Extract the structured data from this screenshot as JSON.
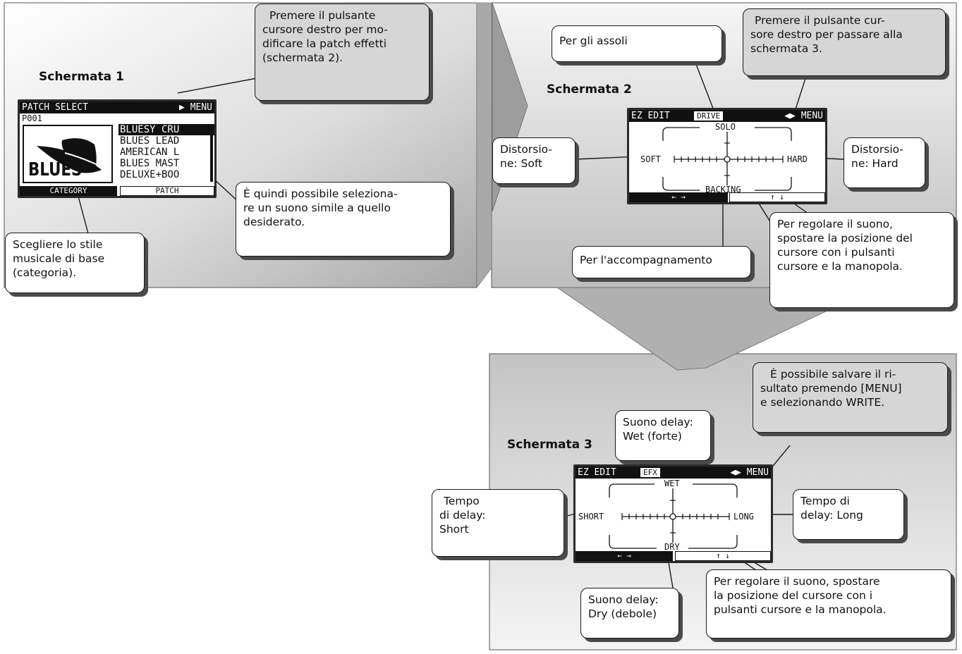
{
  "panels": {
    "screen1": {
      "title": "Schermata 1"
    },
    "screen2": {
      "title": "Schermata 2"
    },
    "screen3": {
      "title": "Schermata 3"
    }
  },
  "lcd1": {
    "header": "PATCH SELECT",
    "menu_label": "MENU",
    "patch_number": "P001",
    "category_art_label": "BLUES",
    "patches": [
      "BLUESY CRU",
      "BLUES LEAD",
      "AMERICAN L",
      "BLUES MAST",
      "DELUXE+BOO"
    ],
    "footer_left": "CATEGORY",
    "footer_right": "PATCH"
  },
  "lcd2": {
    "header": "EZ EDIT",
    "sub": "DRIVE",
    "menu_label": "MENU",
    "top": "SOLO",
    "bottom": "BACKING",
    "left": "SOFT",
    "right": "HARD",
    "footer_left": "← →",
    "footer_right": "↑ ↓"
  },
  "lcd3": {
    "header": "EZ EDIT",
    "sub": "EFX",
    "menu_label": "MENU",
    "top": "WET",
    "bottom": "DRY",
    "left": "SHORT",
    "right": "LONG",
    "footer_left": "← →",
    "footer_right": "↑ ↓"
  },
  "callouts": {
    "c1_top": [
      "Premere il pulsante",
      "cursore destro per mo-",
      "dificare la patch effetti",
      "(schermata 2)."
    ],
    "c1_category": [
      "Scegliere lo stile",
      "musicale di base",
      "(categoria)."
    ],
    "c1_select": [
      "È quindi possibile seleziona-",
      "re un suono simile a quello",
      "desiderato."
    ],
    "c2_solo": [
      "Per gli assoli"
    ],
    "c2_next": [
      "Premere il pulsante cur-",
      "sore destro per passare alla",
      "schermata 3."
    ],
    "c2_soft": [
      "Distorsio-",
      "ne: Soft"
    ],
    "c2_hard": [
      "Distorsio-",
      "ne: Hard"
    ],
    "c2_backing": [
      "Per l'accompagnamento"
    ],
    "c2_adjust": [
      "Per regolare il suono,",
      "spostare la posizione del",
      "cursore con i pulsanti",
      "cursore e la manopola."
    ],
    "c3_write": [
      "È possibile salvare il ri-",
      "sultato premendo [MENU]",
      "e selezionando WRITE."
    ],
    "c3_wet": [
      "Suono delay:",
      "Wet (forte)"
    ],
    "c3_short": [
      "Tempo",
      "di delay:",
      "Short"
    ],
    "c3_long": [
      "Tempo di",
      "delay: Long"
    ],
    "c3_dry": [
      "Suono delay:",
      "Dry (debole)"
    ],
    "c3_adjust": [
      "Per regolare il suono, spostare",
      "la posizione del cursore con i",
      "pulsanti cursore e la manopola."
    ]
  }
}
